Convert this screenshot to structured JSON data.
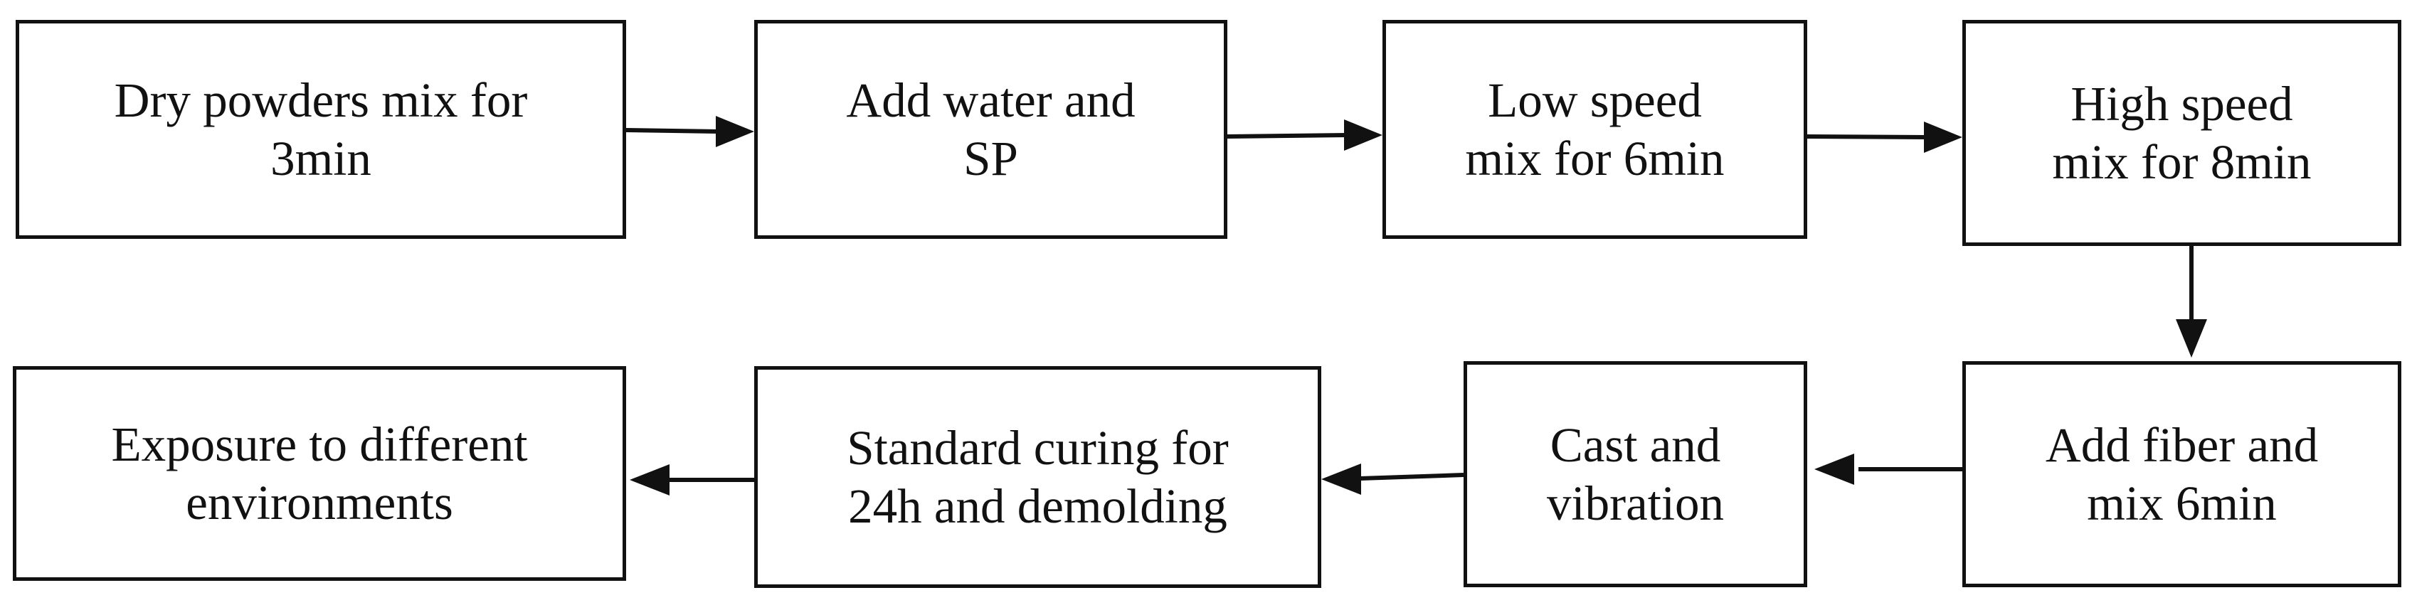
{
  "steps": [
    {
      "line1": "Dry powders mix for",
      "line2": "3min"
    },
    {
      "line1": "Add water and",
      "line2": "SP"
    },
    {
      "line1": "Low speed",
      "line2": "mix for 6min"
    },
    {
      "line1": "High speed",
      "line2": "mix for 8min"
    },
    {
      "line1": "Add fiber and",
      "line2": "mix 6min"
    },
    {
      "line1": "Cast and",
      "line2": "vibration"
    },
    {
      "line1": "Standard curing for",
      "line2": "24h and demolding"
    },
    {
      "line1": "Exposure to different",
      "line2": "environments"
    }
  ]
}
